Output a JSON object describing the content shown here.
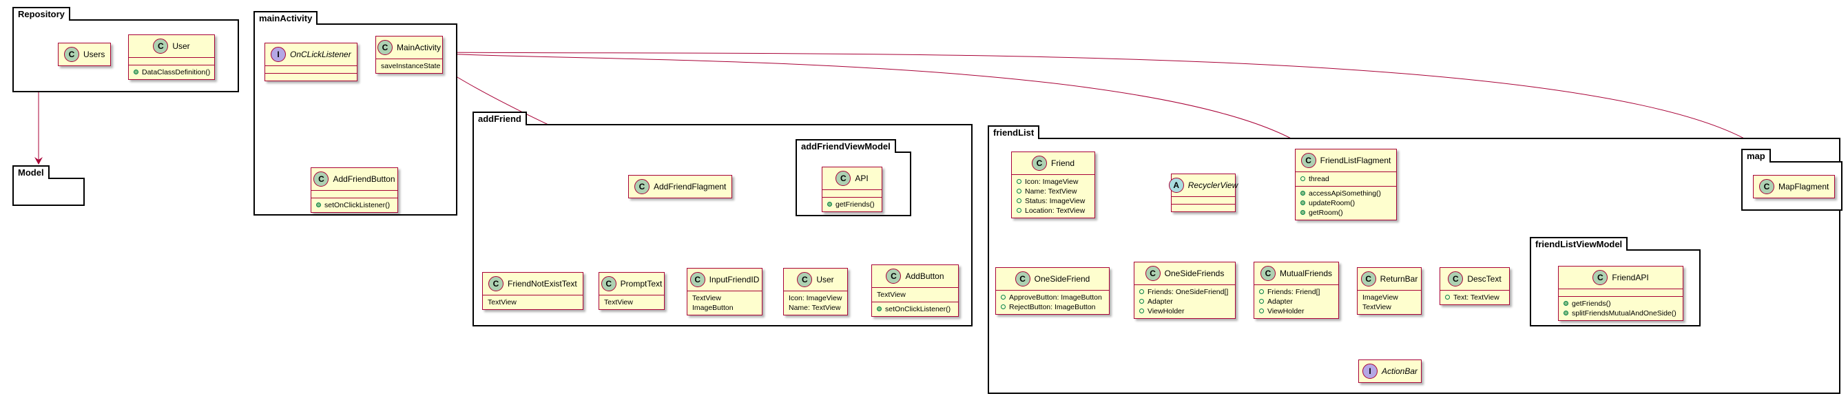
{
  "colors": {
    "class_fill": "#fefece",
    "class_border": "#a80036",
    "arrow": "#a80036",
    "badge_class": "#add1b2",
    "badge_interface": "#b4a7e5",
    "badge_abstract": "#a9dcdf"
  },
  "packages": {
    "repository": "Repository",
    "model": "Model",
    "main_activity": "mainActivity",
    "add_friend": "addFriend",
    "add_friend_view_model": "addFriendViewModel",
    "friend_list": "friendList",
    "friend_list_view_model": "friendListViewModel",
    "map": "map"
  },
  "badges": {
    "class": "C",
    "interface": "I",
    "abstract": "A"
  },
  "classes": {
    "users": {
      "name": "Users"
    },
    "user_repo": {
      "name": "User",
      "methods": [
        "DataClassDefinition()"
      ]
    },
    "onclick_listener": {
      "name": "OnCLickListener"
    },
    "main_activity": {
      "name": "MainActivity",
      "fields": [
        "saveInstanceState"
      ]
    },
    "add_friend_button": {
      "name": "AddFriendButton",
      "methods": [
        "setOnClickListener()"
      ]
    },
    "add_friend_flagment": {
      "name": "AddFriendFlagment"
    },
    "api": {
      "name": "API",
      "methods": [
        "getFriends()"
      ]
    },
    "friend_not_exist": {
      "name": "FriendNotExistText",
      "fields": [
        "TextView"
      ]
    },
    "prompt_text": {
      "name": "PromptText",
      "fields": [
        "TextView"
      ]
    },
    "input_friend_id": {
      "name": "InputFriendID",
      "fields": [
        "TextView",
        "ImageButton"
      ]
    },
    "user_add": {
      "name": "User",
      "fields": [
        "Icon: ImageView",
        "Name: TextView"
      ]
    },
    "add_button": {
      "name": "AddButton",
      "fields": [
        "TextView"
      ],
      "methods": [
        "setOnClickListener()"
      ]
    },
    "friend": {
      "name": "Friend",
      "fields": [
        "Icon: ImageView",
        "Name: TextView",
        "Status: ImageView",
        "Location: TextView"
      ]
    },
    "one_side_friend": {
      "name": "OneSideFriend",
      "fields": [
        "ApproveButton: ImageButton",
        "RejectButton: ImageButton"
      ]
    },
    "recycler_view": {
      "name": "RecyclerView"
    },
    "one_side_friends": {
      "name": "OneSideFriends",
      "fields": [
        "Friends: OneSideFriend[]",
        "Adapter",
        "ViewHolder"
      ]
    },
    "mutual_friends": {
      "name": "MutualFriends",
      "fields": [
        "Friends: Friend[]",
        "Adapter",
        "ViewHolder"
      ]
    },
    "friend_list_flagment": {
      "name": "FriendListFlagment",
      "fields": [
        "thread"
      ],
      "methods": [
        "accessApiSomething()",
        "updateRoom()",
        "getRoom()"
      ]
    },
    "return_bar": {
      "name": "ReturnBar",
      "fields": [
        "ImageView",
        "TextView"
      ]
    },
    "desc_text": {
      "name": "DescText",
      "fields": [
        "Text: TextView"
      ]
    },
    "action_bar": {
      "name": "ActionBar"
    },
    "friend_api": {
      "name": "FriendAPI",
      "methods": [
        "getFriends()",
        "splitFriendsMutualAndOneSide()"
      ]
    },
    "map_flagment": {
      "name": "MapFlagment"
    }
  }
}
